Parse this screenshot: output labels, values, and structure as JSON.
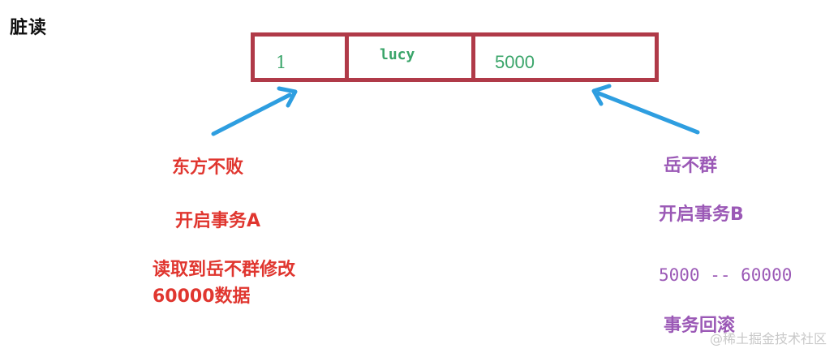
{
  "title": "脏读",
  "row": {
    "id": "1",
    "name": "lucy",
    "balance": "5000"
  },
  "left": {
    "actor": "东方不败",
    "tx": "开启事务A",
    "read_line1": "读取到岳不群修改",
    "read_line2": "60000数据"
  },
  "right": {
    "actor": "岳不群",
    "tx": "开启事务B",
    "update": "5000 -- 60000",
    "rollback": "事务回滚"
  },
  "watermark": "@稀土掘金技术社区",
  "colors": {
    "border": "#b03a48",
    "cell_text": "#3aa56a",
    "arrow": "#2e9ee0",
    "left_text": "#e0362f",
    "right_text": "#9b59b6"
  }
}
